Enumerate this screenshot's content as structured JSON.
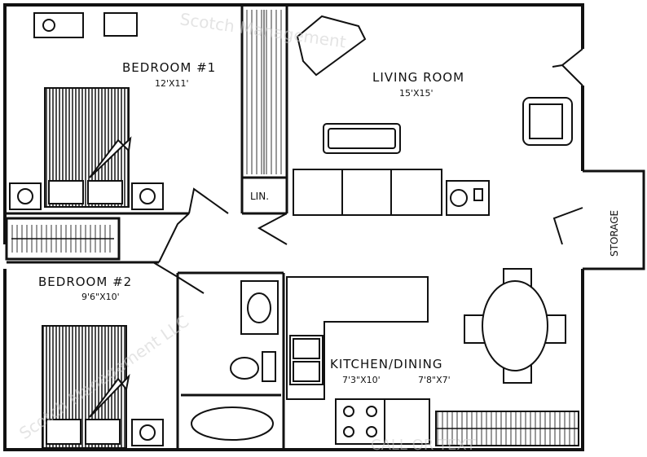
{
  "rooms": {
    "bedroom1": {
      "name": "BEDROOM #1",
      "size": "12'X11'"
    },
    "bedroom2": {
      "name": "BEDROOM #2",
      "size": "9'6\"X10'"
    },
    "living": {
      "name": "LIVING ROOM",
      "size": "15'X15'"
    },
    "kitchen": {
      "name": "KITCHEN/DINING",
      "size_kitchen": "7'3\"X10'",
      "size_dining": "7'8\"X7'"
    },
    "linen": {
      "name": "LIN."
    },
    "storage": {
      "name": "STORAGE"
    }
  },
  "watermarks": {
    "top": "Scotch Management",
    "bottom_left": "Scotch Management LLC",
    "bottom_right": "CALL OR TEXT"
  },
  "colors": {
    "ink": "#111111",
    "hatch": "#333333",
    "paper": "#ffffff"
  }
}
